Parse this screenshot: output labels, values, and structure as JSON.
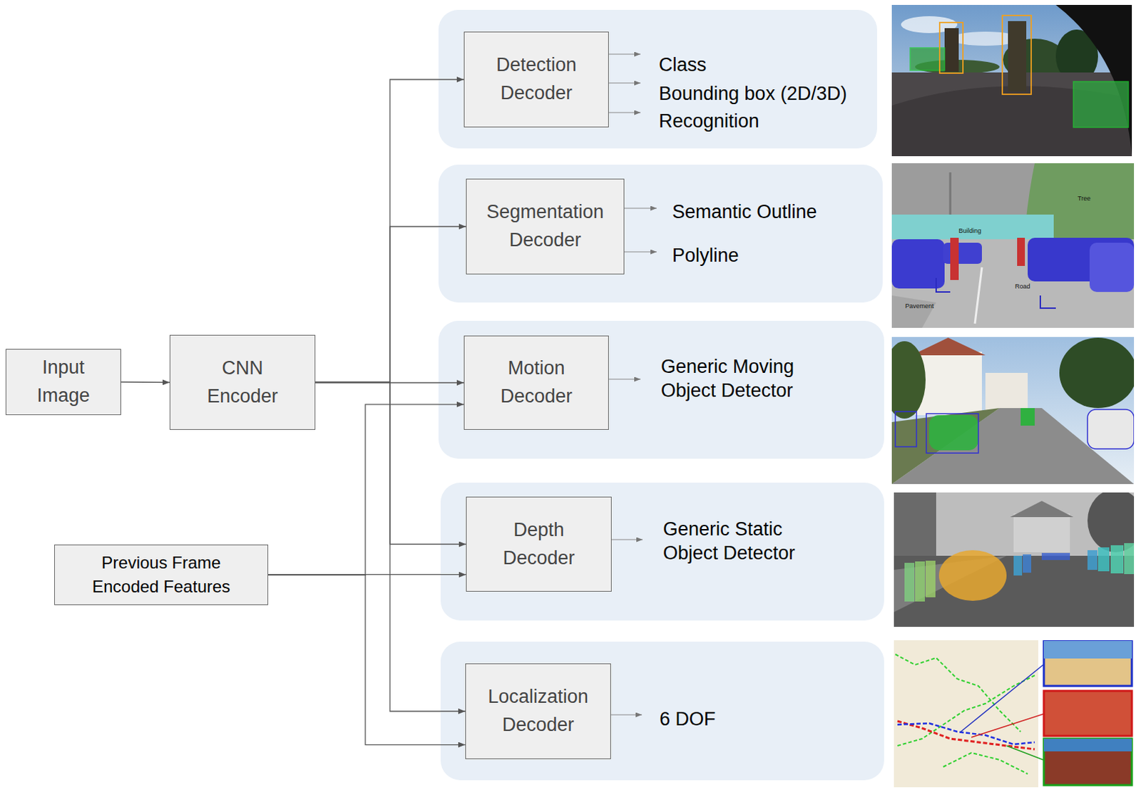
{
  "diagram": {
    "nodes": [
      {
        "text": [
          "Input Image"
        ]
      },
      {
        "text": [
          "CNN Encoder"
        ]
      },
      {
        "text": [
          "Previous Frame Encoded Features"
        ]
      },
      {
        "text": [
          "Class",
          "Bounding box (2D/3D)",
          "Recognition"
        ]
      },
      {
        "text": [
          "Detection Decoder"
        ],
        "in": 3
      },
      {
        "text": [
          "Semantic Outline",
          "Polyline"
        ]
      },
      {
        "text": [
          "Segmentation Decoder"
        ],
        "in": 5
      },
      {
        "text": [
          "Generic Moving Object Detector"
        ]
      },
      {
        "text": [
          "Motion Decoder"
        ],
        "in": 7
      },
      {
        "text": [
          "Generic Static Object Detector"
        ]
      },
      {
        "text": [
          "Depth Decoder"
        ],
        "in": 9
      },
      {
        "text": [
          "6 DOF"
        ]
      },
      {
        "text": [
          "Localization Decoder"
        ],
        "in": 11
      }
    ],
    "edges": [
      {
        "from": 0,
        "to": 1,
        "arrow": "to"
      },
      {
        "from": 1,
        "to": 4,
        "arrow": "to"
      },
      {
        "from": 1,
        "to": 6,
        "arrow": "to"
      },
      {
        "from": 1,
        "to": 8,
        "arrow": "to"
      },
      {
        "from": 1,
        "to": 10,
        "arrow": "to"
      },
      {
        "from": 1,
        "to": 12,
        "arrow": "to"
      },
      {
        "from": 2,
        "to": 8,
        "arrow": "to"
      },
      {
        "from": 2,
        "to": 10,
        "arrow": "to"
      },
      {
        "from": 2,
        "to": 12,
        "arrow": "to"
      }
    ],
    "labels": [
      "Tree",
      "Building",
      "Road",
      "Pavement"
    ]
  }
}
